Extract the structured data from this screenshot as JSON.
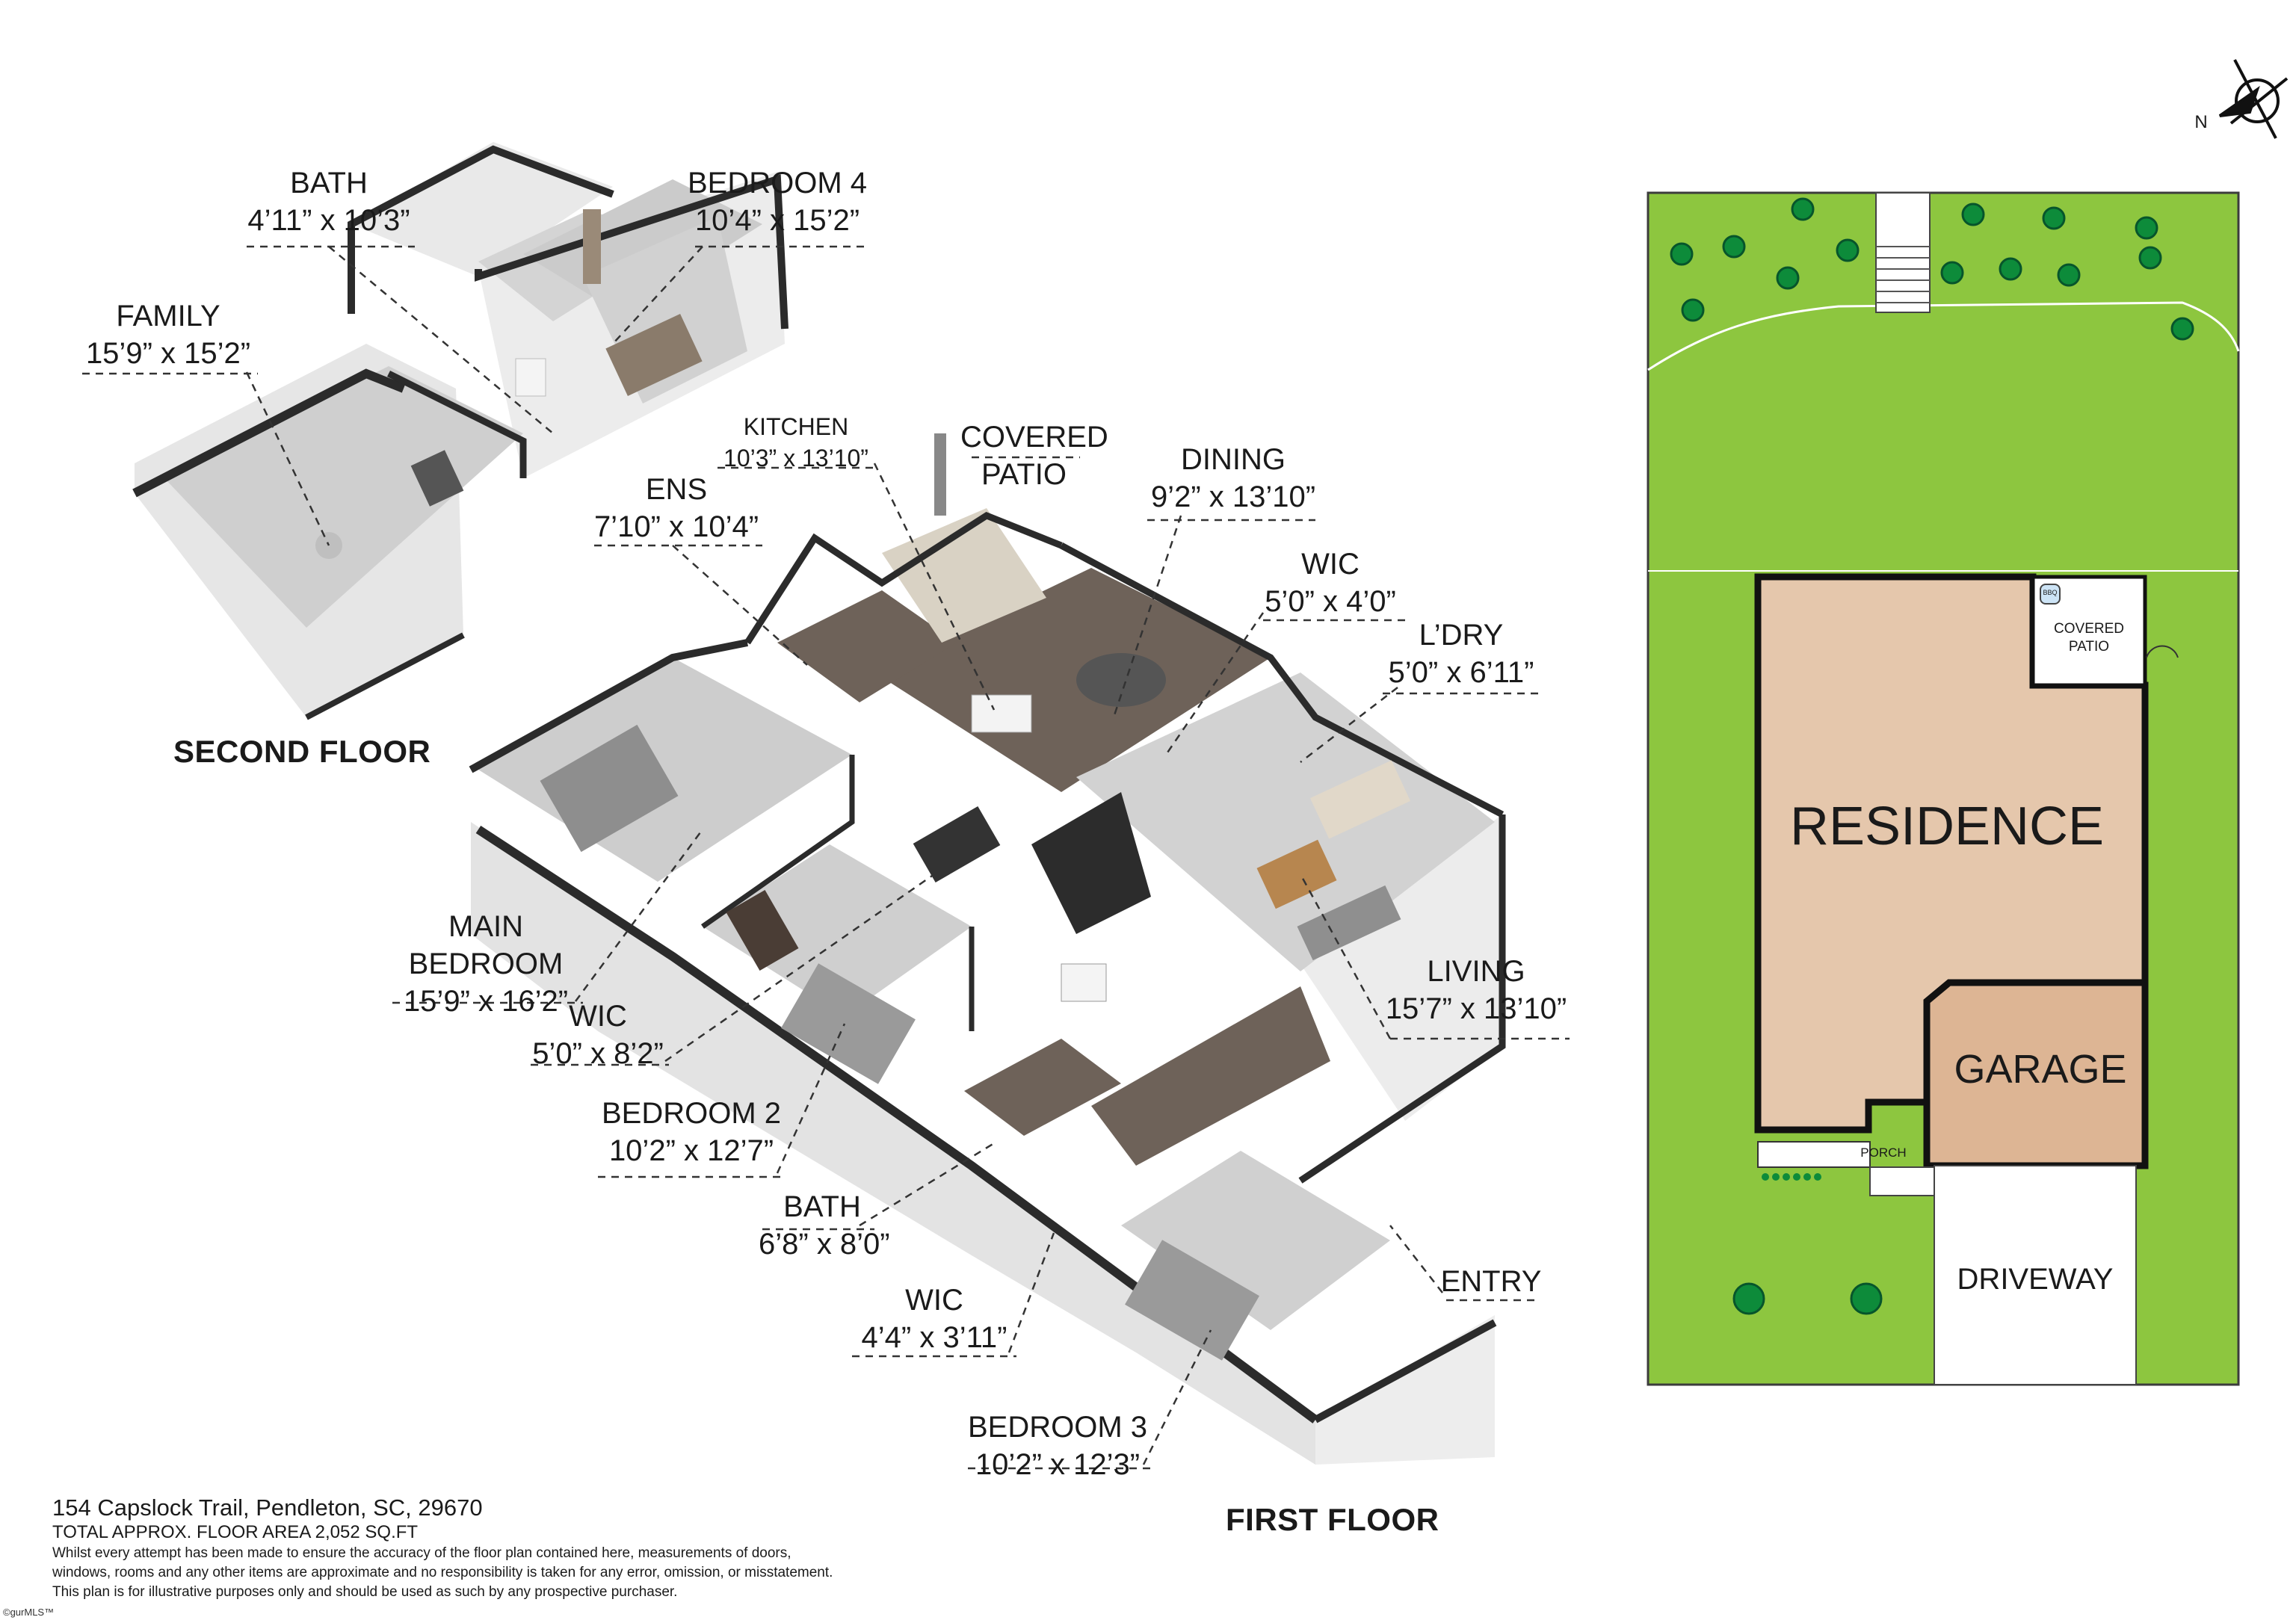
{
  "floors": {
    "second": "SECOND FLOOR",
    "first": "FIRST FLOOR"
  },
  "rooms": [
    {
      "id": "bath-2f",
      "name": "BATH",
      "dims": "4’11” x 10’3”"
    },
    {
      "id": "bedroom4",
      "name": "BEDROOM 4",
      "dims": "10’4” x 15’2”"
    },
    {
      "id": "family",
      "name": "FAMILY",
      "dims": "15’9” x 15’2”"
    },
    {
      "id": "kitchen",
      "name": "KITCHEN",
      "dims": "10’3” x 13’10”"
    },
    {
      "id": "covered-patio",
      "name": "COVERED\nPATIO",
      "dims": ""
    },
    {
      "id": "dining",
      "name": "DINING",
      "dims": "9’2” x 13’10”"
    },
    {
      "id": "ens",
      "name": "ENS",
      "dims": "7’10” x 10’4”"
    },
    {
      "id": "wic-a",
      "name": "WIC",
      "dims": "5’0” x 4’0”"
    },
    {
      "id": "laundry",
      "name": "L’DRY",
      "dims": "5’0” x 6’11”"
    },
    {
      "id": "main-bedroom",
      "name": "MAIN\nBEDROOM",
      "dims": "15’9” x 16’2”"
    },
    {
      "id": "living",
      "name": "LIVING",
      "dims": "15’7” x 13’10”"
    },
    {
      "id": "wic-b",
      "name": "WIC",
      "dims": "5’0” x 8’2”"
    },
    {
      "id": "bedroom2",
      "name": "BEDROOM 2",
      "dims": "10’2” x 12’7”"
    },
    {
      "id": "bath-1f",
      "name": "BATH",
      "dims": "6’8” x 8’0”"
    },
    {
      "id": "entry",
      "name": "ENTRY",
      "dims": ""
    },
    {
      "id": "wic-c",
      "name": "WIC",
      "dims": "4’4” x 3’11”"
    },
    {
      "id": "bedroom3",
      "name": "BEDROOM 3",
      "dims": "10’2” x 12’3”"
    }
  ],
  "site": {
    "residence": "RESIDENCE",
    "garage": "GARAGE",
    "covered_patio": "COVERED\nPATIO",
    "porch": "PORCH",
    "driveway": "DRIVEWAY",
    "bbq": "BBQ",
    "north": "N"
  },
  "footer": {
    "address": "154 Capslock Trail, Pendleton, SC, 29670",
    "area": "TOTAL APPROX. FLOOR AREA 2,052 SQ.FT",
    "disclaimer_1": "Whilst every attempt has been made to ensure the accuracy of the floor plan contained here, measurements of doors,",
    "disclaimer_2": "windows, rooms and any other items are approximate and no responsibility is taken for any error, omission, or misstatement.",
    "disclaimer_3": "This plan is for illustrative purposes only and should be used as such by any prospective purchaser.",
    "watermark": "©gurMLS™"
  },
  "colors": {
    "lawn": "#8dc63f",
    "residence": "#e5c7ac",
    "garage": "#ddb594",
    "wall_top": "#2b2b2b",
    "wall_face": "#e8e8e8",
    "floor_grey": "#cfcfcf",
    "floor_wood": "#6e6259"
  }
}
